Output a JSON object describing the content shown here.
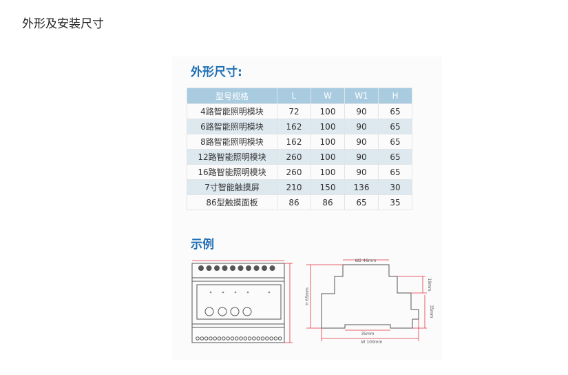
{
  "page_title": "外形及安装尺寸",
  "dims_heading": "外形尺寸:",
  "example_heading": "示例",
  "table": {
    "headers": [
      "型号规格",
      "L",
      "W",
      "W1",
      "H"
    ],
    "rows": [
      [
        "4路智能照明模块",
        "72",
        "100",
        "90",
        "65"
      ],
      [
        "6路智能照明模块",
        "162",
        "100",
        "90",
        "65"
      ],
      [
        "8路智能照明模块",
        "162",
        "100",
        "90",
        "65"
      ],
      [
        "12路智能照明模块",
        "260",
        "100",
        "90",
        "65"
      ],
      [
        "16路智能照明模块",
        "260",
        "100",
        "90",
        "65"
      ],
      [
        "7寸智能触摸屏",
        "210",
        "150",
        "136",
        "30"
      ],
      [
        "86型触摸面板",
        "86",
        "86",
        "65",
        "35"
      ]
    ]
  },
  "diagram": {
    "w2_label": "W2  46mm",
    "h_label": "H  65mm",
    "h19_label": "19mm",
    "h35_label": "35mm",
    "rail_label": "35mm",
    "w_label": "W     100mm",
    "line_color": "#e03040"
  }
}
